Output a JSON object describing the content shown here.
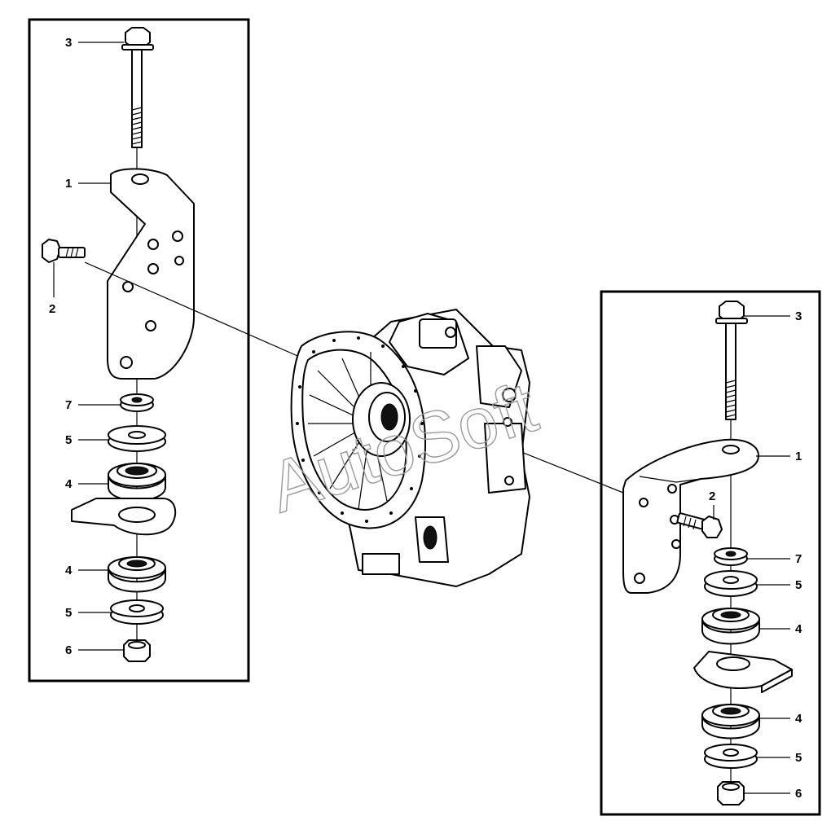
{
  "watermark": "AutoSoft",
  "callouts_left": [
    {
      "id": "3",
      "text": "3"
    },
    {
      "id": "1",
      "text": "1"
    },
    {
      "id": "2",
      "text": "2"
    },
    {
      "id": "7",
      "text": "7"
    },
    {
      "id": "5a",
      "text": "5"
    },
    {
      "id": "4a",
      "text": "4"
    },
    {
      "id": "4b",
      "text": "4"
    },
    {
      "id": "5b",
      "text": "5"
    },
    {
      "id": "6",
      "text": "6"
    }
  ],
  "callouts_right": [
    {
      "id": "3",
      "text": "3"
    },
    {
      "id": "1",
      "text": "1"
    },
    {
      "id": "2",
      "text": "2"
    },
    {
      "id": "7",
      "text": "7"
    },
    {
      "id": "5a",
      "text": "5"
    },
    {
      "id": "4a",
      "text": "4"
    },
    {
      "id": "4b",
      "text": "4"
    },
    {
      "id": "5b",
      "text": "5"
    },
    {
      "id": "6",
      "text": "6"
    }
  ]
}
